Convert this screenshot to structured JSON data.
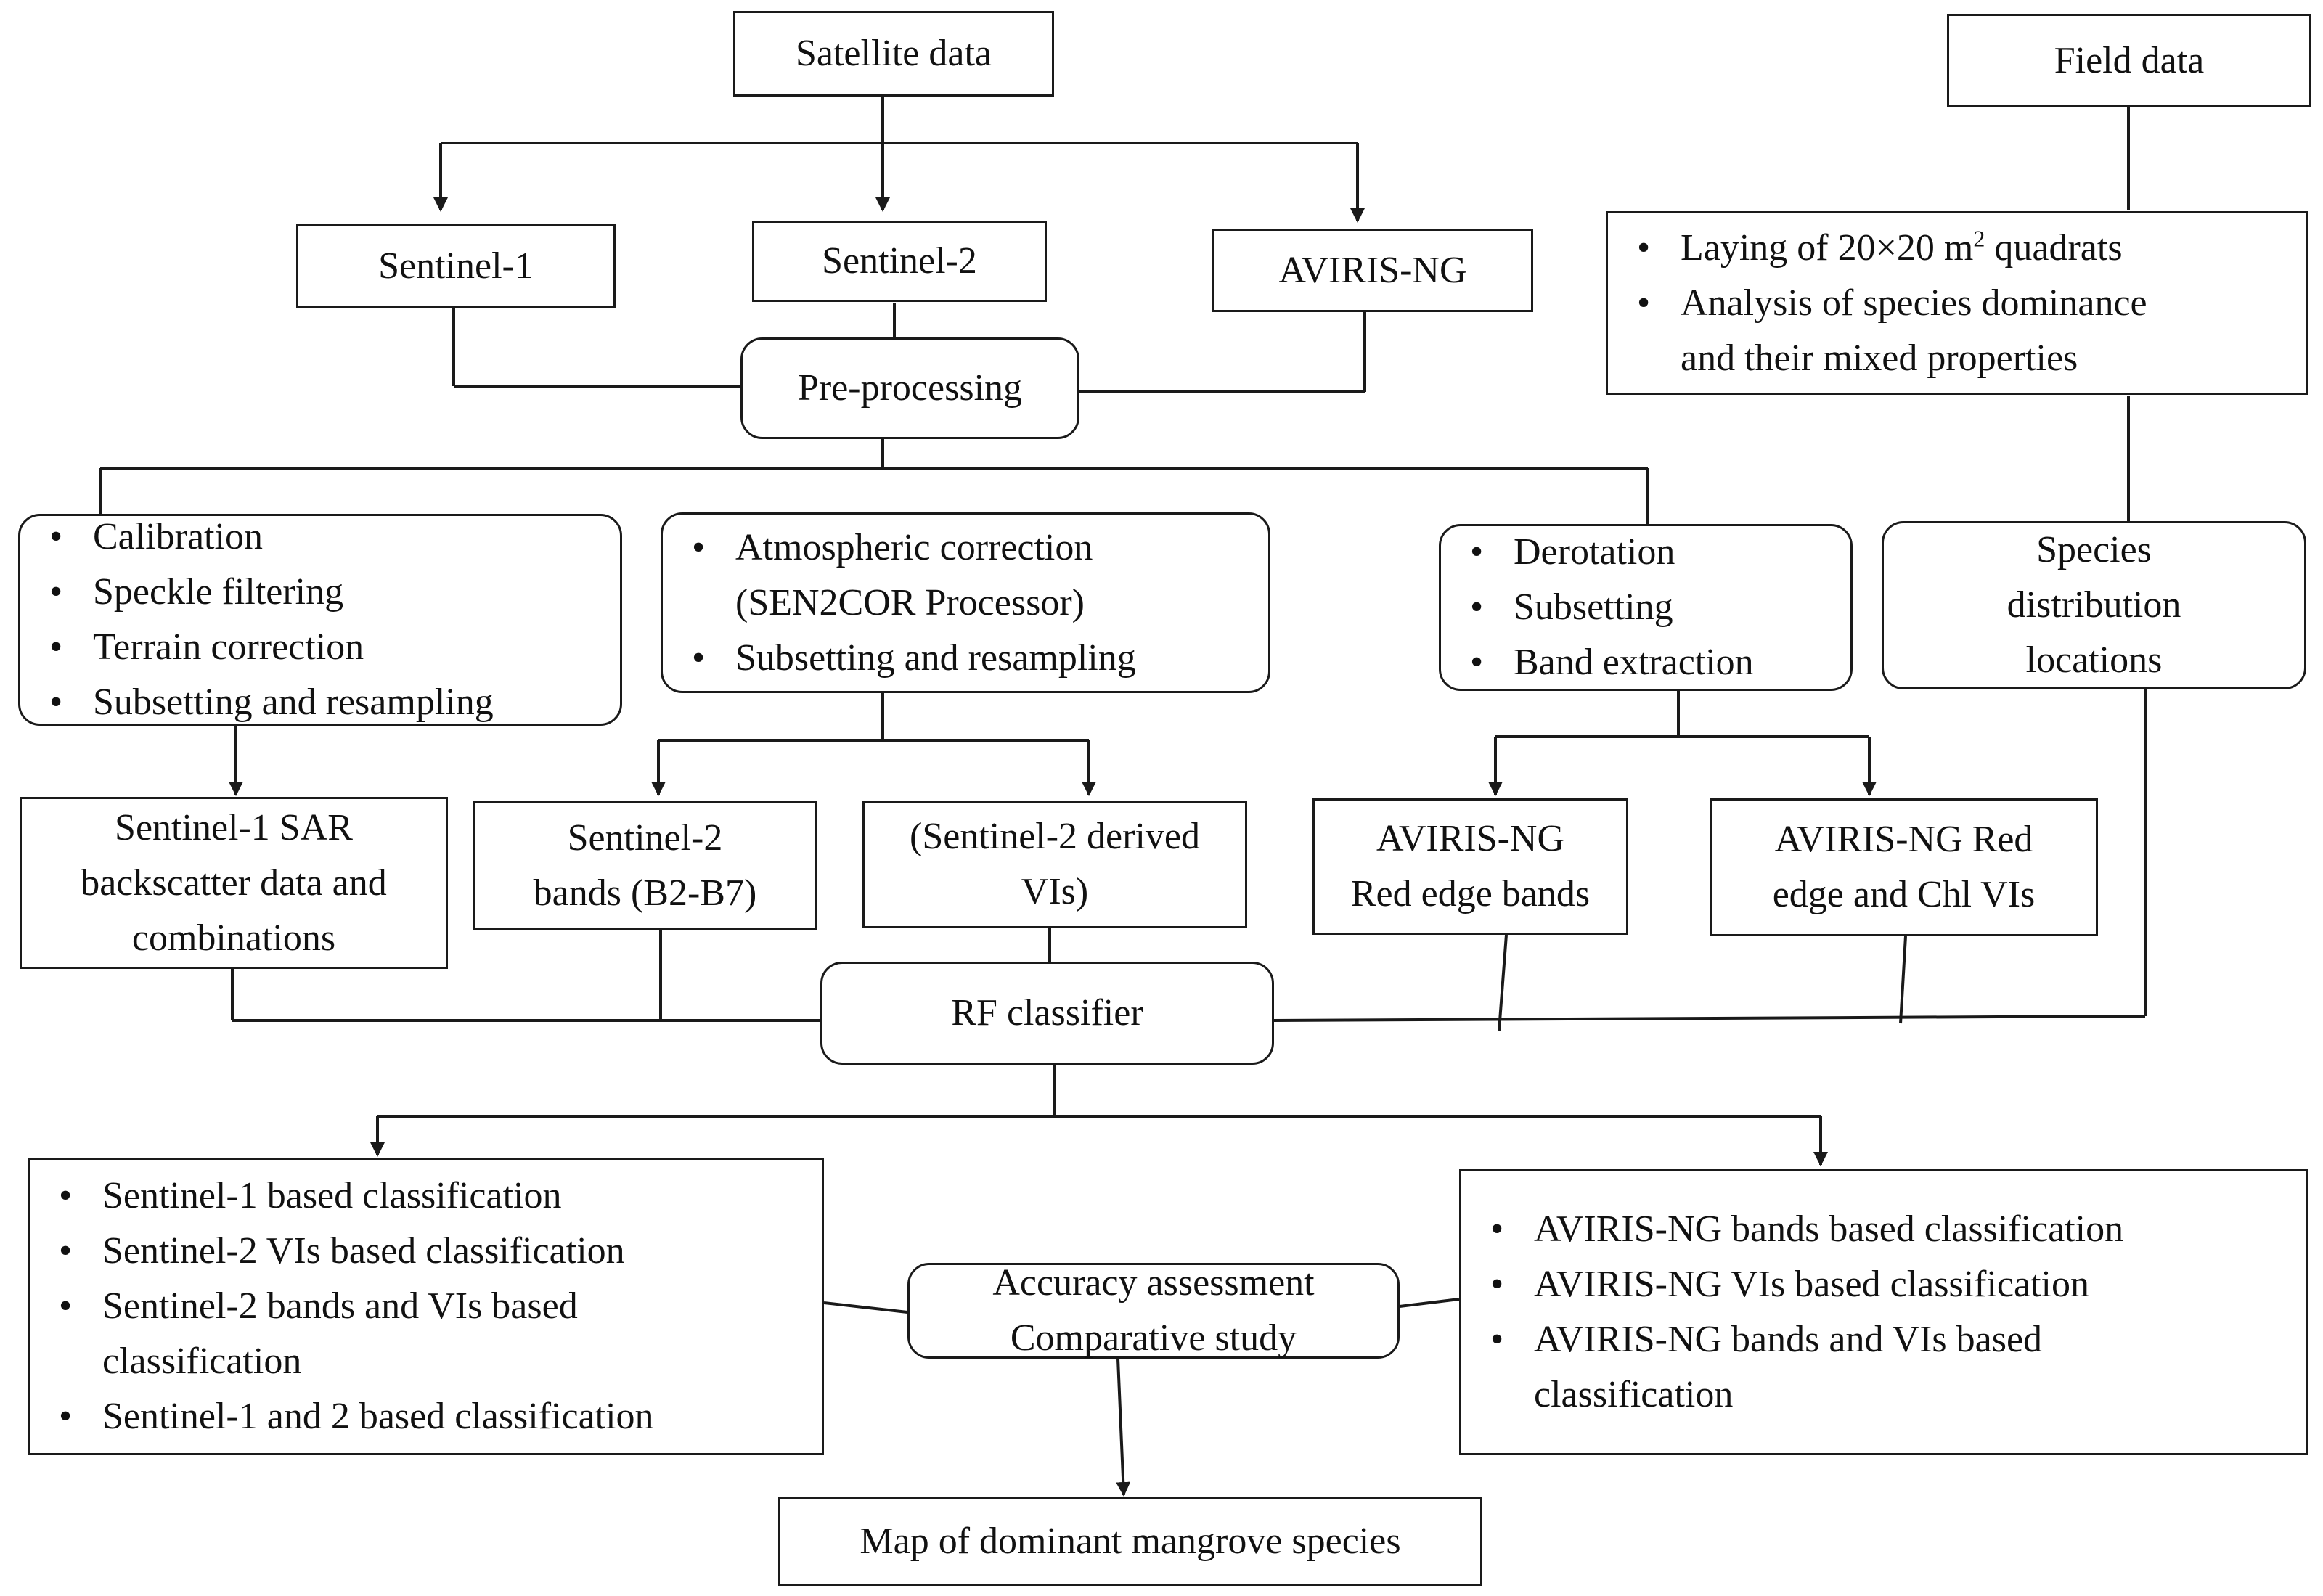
{
  "satellite_data": "Satellite data",
  "field_data": "Field data",
  "sentinel1": "Sentinel-1",
  "sentinel2": "Sentinel-2",
  "aviris": "AVIRIS-NG",
  "preprocessing": "Pre-processing",
  "field_steps": [
    {
      "pre": "Laying of 20×20 m",
      "sup": "2",
      "post": " quadrats"
    },
    {
      "lines": [
        "Analysis of species dominance",
        "and their mixed properties"
      ]
    }
  ],
  "s1_steps": [
    "Calibration",
    "Speckle filtering",
    "Terrain correction",
    "Subsetting and resampling"
  ],
  "s2_steps": [
    {
      "lines": [
        "Atmospheric correction",
        "(SEN2COR Processor)"
      ]
    },
    {
      "lines": [
        "Subsetting and resampling"
      ]
    }
  ],
  "aviris_steps": [
    "Derotation",
    "Subsetting",
    "Band extraction"
  ],
  "species_locations": [
    "Species",
    "distribution",
    "locations"
  ],
  "s1_output": [
    "Sentinel-1 SAR",
    "backscatter data and",
    "combinations"
  ],
  "s2_bands": [
    "Sentinel-2",
    "bands (B2-B7)"
  ],
  "s2_vis": [
    "(Sentinel-2 derived",
    "VIs)"
  ],
  "aviris_rededge": [
    "AVIRIS-NG",
    "Red edge bands"
  ],
  "aviris_chl": [
    "AVIRIS-NG Red",
    "edge and Chl VIs"
  ],
  "rf_classifier": "RF classifier",
  "sentinel_results": [
    {
      "lines": [
        "Sentinel-1 based classification"
      ]
    },
    {
      "lines": [
        "Sentinel-2 VIs based classification"
      ]
    },
    {
      "lines": [
        "Sentinel-2 bands and VIs based",
        "classification"
      ]
    },
    {
      "lines": [
        "Sentinel-1 and 2 based classification"
      ]
    }
  ],
  "aviris_results": [
    {
      "lines": [
        "AVIRIS-NG bands based classification"
      ]
    },
    {
      "lines": [
        "AVIRIS-NG VIs based classification"
      ]
    },
    {
      "lines": [
        "AVIRIS-NG bands and VIs based",
        "classification"
      ]
    }
  ],
  "accuracy": [
    "Accuracy assessment",
    "Comparative study"
  ],
  "final_map": "Map of dominant mangrove species",
  "colors": {
    "stroke": "#1a1a1a",
    "background": "#ffffff",
    "text": "#111111"
  }
}
